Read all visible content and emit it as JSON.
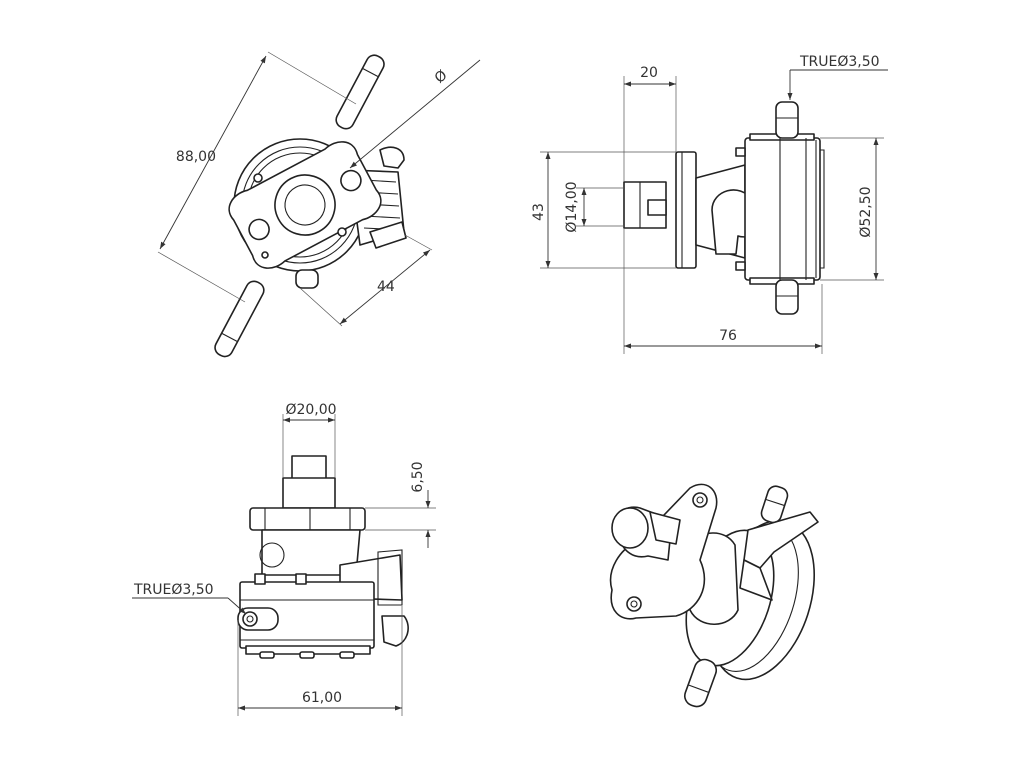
{
  "views": {
    "top_left": {
      "dim_length": "88,00",
      "dim_diameter": "Ø",
      "dim_width": "44"
    },
    "top_right": {
      "dim_offset": "20",
      "dim_height": "43",
      "dim_shaft_diameter": "Ø14,00",
      "dim_body_diameter": "Ø52,50",
      "dim_total_length": "76",
      "callout_hose": "TRUEØ3,50"
    },
    "bottom_left": {
      "dim_flange_diameter": "Ø20,00",
      "dim_flange_thickness": "6,50",
      "callout_hose": "TRUEØ3,50",
      "dim_width": "61,00"
    },
    "bottom_right": {}
  }
}
